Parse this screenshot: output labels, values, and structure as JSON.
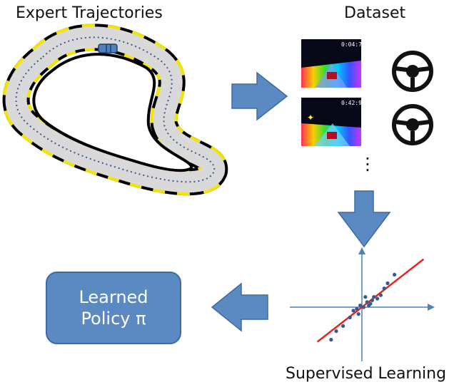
{
  "labels": {
    "expert_trajectories": "Expert Trajectories",
    "dataset": "Dataset",
    "supervised_learning": "Supervised Learning",
    "ellipsis": "⋮"
  },
  "policy": {
    "line1": "Learned",
    "line2": "Policy π"
  },
  "thumbnails": [
    {
      "timer": "0:04:7"
    },
    {
      "timer": "0:42:9"
    }
  ],
  "colors": {
    "arrow": "#5b8ac3",
    "policy_box": "#5b8ac3",
    "track_surface": "#d9d9d9",
    "track_edge_a": "#f5e400",
    "track_edge_b": "#000000",
    "axis": "#4f81bd",
    "regression_line": "#e8231f",
    "points": "#3b5a8c"
  },
  "icons": [
    "race-track",
    "kart",
    "steering-wheel-icon",
    "scatter-plot"
  ],
  "chart_data": {
    "type": "scatter",
    "title": "",
    "xlabel": "",
    "ylabel": "",
    "x": [
      -0.9,
      -0.75,
      -0.55,
      -0.35,
      -0.25,
      -0.15,
      -0.05,
      0.05,
      0.15,
      0.2,
      0.3,
      0.35,
      0.45,
      0.55,
      0.65,
      0.75,
      0.95,
      0.1,
      -0.1,
      0.25
    ],
    "y": [
      -0.95,
      -0.7,
      -0.55,
      -0.3,
      -0.1,
      -0.05,
      0.05,
      0.0,
      0.15,
      0.05,
      0.2,
      0.3,
      0.25,
      0.35,
      0.55,
      0.7,
      0.95,
      0.3,
      -0.2,
      0.1
    ],
    "fit_line": {
      "slope": 0.78,
      "intercept": 0.0,
      "x_range": [
        -1.3,
        1.8
      ]
    },
    "xlim": [
      -2,
      2
    ],
    "ylim": [
      -2,
      2
    ],
    "grid": false
  }
}
